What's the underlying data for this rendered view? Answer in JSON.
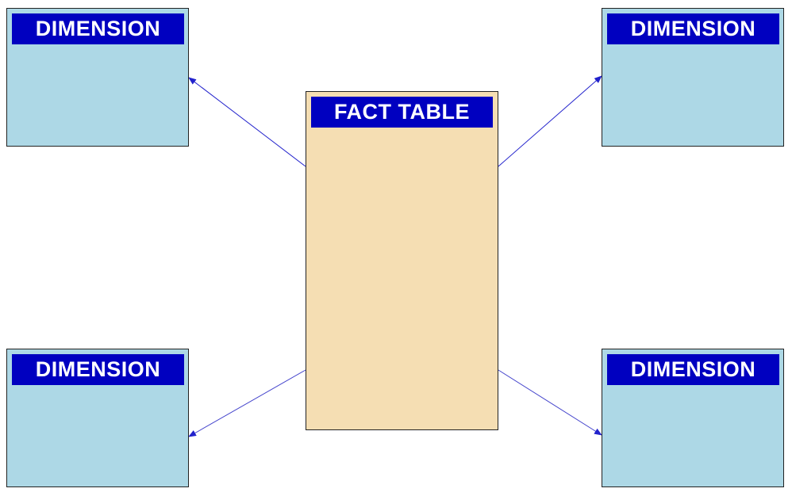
{
  "fact_table": {
    "label": "FACT TABLE"
  },
  "dimensions": [
    {
      "label": "DIMENSION"
    },
    {
      "label": "DIMENSION"
    },
    {
      "label": "DIMENSION"
    },
    {
      "label": "DIMENSION"
    }
  ],
  "colors": {
    "header_bg": "#0000c0",
    "dimension_bg": "#add8e6",
    "fact_bg": "#f5deb3",
    "arrow": "#2222cc"
  }
}
